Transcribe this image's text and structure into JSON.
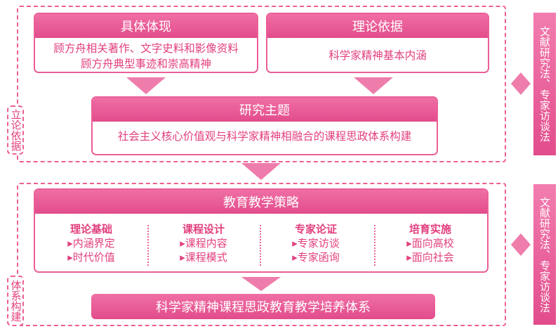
{
  "top_section": {
    "label": "立论依据",
    "left_box": {
      "title": "具体体现",
      "lines": [
        "顾方舟相关著作、文字史料和影像资料",
        "顾方舟典型事迹和崇高精神"
      ]
    },
    "right_box": {
      "title": "理论依据",
      "lines": [
        "科学家精神基本内涵"
      ]
    },
    "main_box": {
      "title": "研究主题",
      "lines": [
        "社会主义核心价值观与科学家精神相融合的课程思政体系构建"
      ]
    },
    "side_method": "文献研究法、专家访谈法"
  },
  "bottom_section": {
    "label": "体系构建",
    "strategy_title": "教育教学策略",
    "columns": [
      {
        "heading": "理论基础",
        "items": [
          "内涵界定",
          "时代价值"
        ]
      },
      {
        "heading": "课程设计",
        "items": [
          "课程内容",
          "课程模式"
        ]
      },
      {
        "heading": "专家论证",
        "items": [
          "专家访谈",
          "专家函询"
        ]
      },
      {
        "heading": "培育实施",
        "items": [
          "面向高校",
          "面向社会"
        ]
      }
    ],
    "result": "科学家精神课程思政教育教学培养体系",
    "side_method": "文献研究法、专家访谈法"
  },
  "colors": {
    "accent": "#e24c8c",
    "light": "#f27dae",
    "text": "#e23f7e"
  }
}
